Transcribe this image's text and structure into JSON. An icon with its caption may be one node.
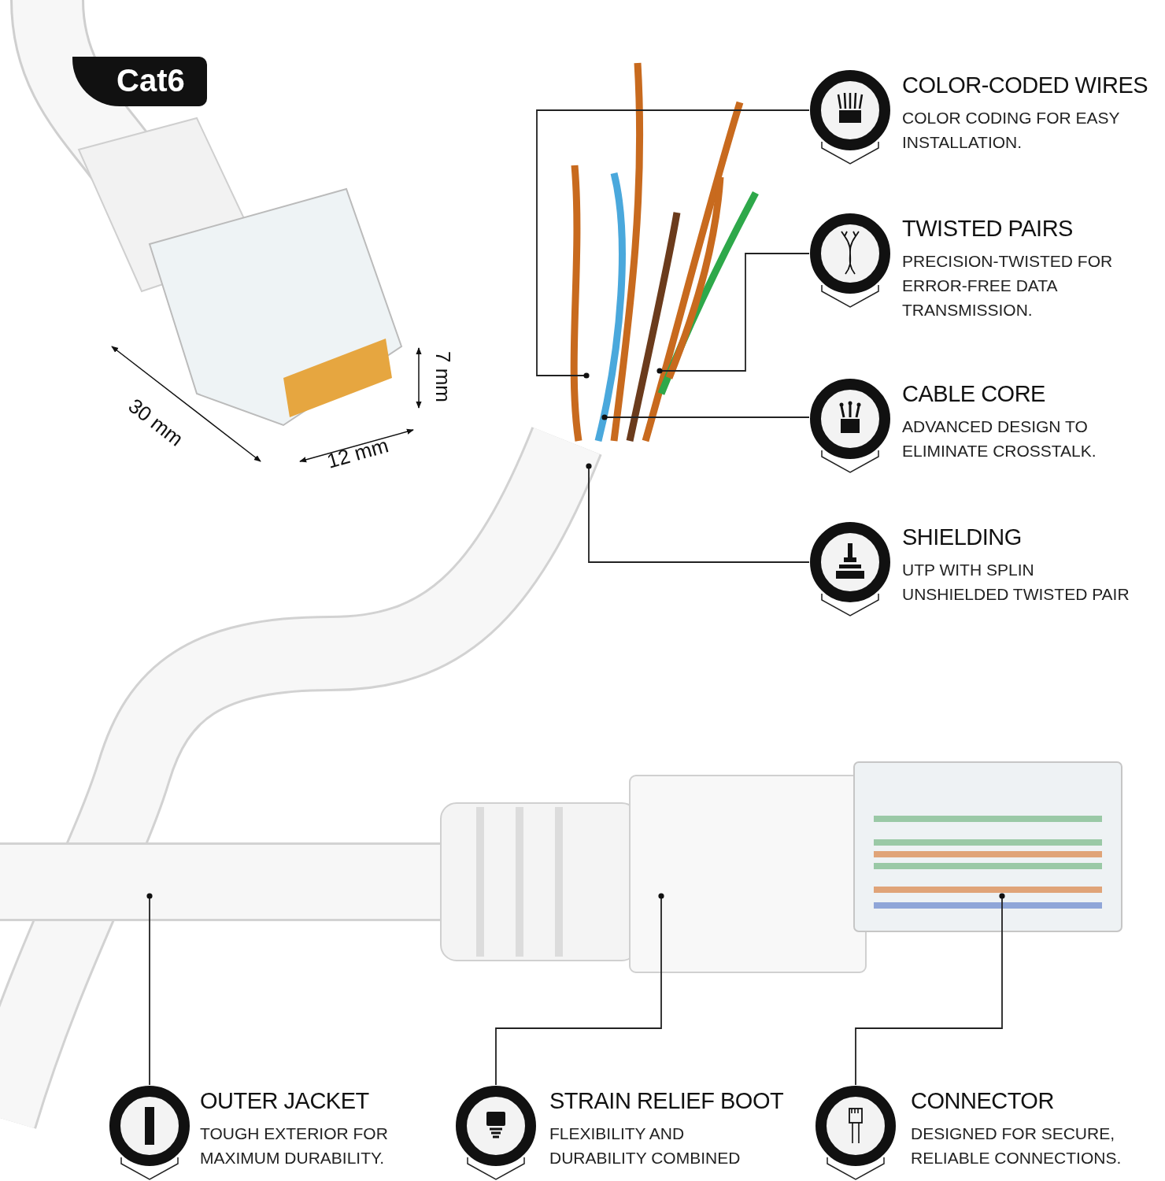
{
  "diagram": {
    "nodes": [
      {
        "text": [
          "COLOR-CODED WIRES",
          "COLOR CODING FOR EASY INSTALLATION."
        ]
      },
      {
        "text": [
          "TWISTED PAIRS",
          "PRECISION-TWISTED FOR ERROR-FREE DATA TRANSMISSION."
        ]
      },
      {
        "text": [
          "CABLE CORE",
          "ADVANCED DESIGN TO ELIMINATE CROSSTALK."
        ]
      },
      {
        "text": [
          "SHIELDING",
          "UTP WITH SPLIN UNSHIELDED TWISTED PAIR"
        ]
      },
      {
        "text": [
          "OUTER JACKET",
          "TOUGH EXTERIOR FOR MAXIMUM DURABILITY."
        ]
      },
      {
        "text": [
          "STRAIN RELIEF BOOT",
          "FLEXIBILITY AND DURABILITY COMBINED"
        ]
      },
      {
        "text": [
          "CONNECTOR",
          "DESIGNED FOR SECURE, RELIABLE CONNECTIONS."
        ]
      }
    ],
    "edges": [
      {
        "from": 0,
        "to": null,
        "arrow": "other"
      },
      {
        "from": 1,
        "to": null,
        "arrow": "other"
      },
      {
        "from": 2,
        "to": null,
        "arrow": "other"
      },
      {
        "from": 3,
        "to": null,
        "arrow": "other"
      },
      {
        "from": 4,
        "to": null,
        "arrow": "other"
      },
      {
        "from": 5,
        "to": null,
        "arrow": "other"
      },
      {
        "from": 6,
        "to": null,
        "arrow": "other"
      }
    ],
    "labels": [
      "Cat6",
      "30 mm",
      "7 mm",
      "12 mm"
    ]
  }
}
